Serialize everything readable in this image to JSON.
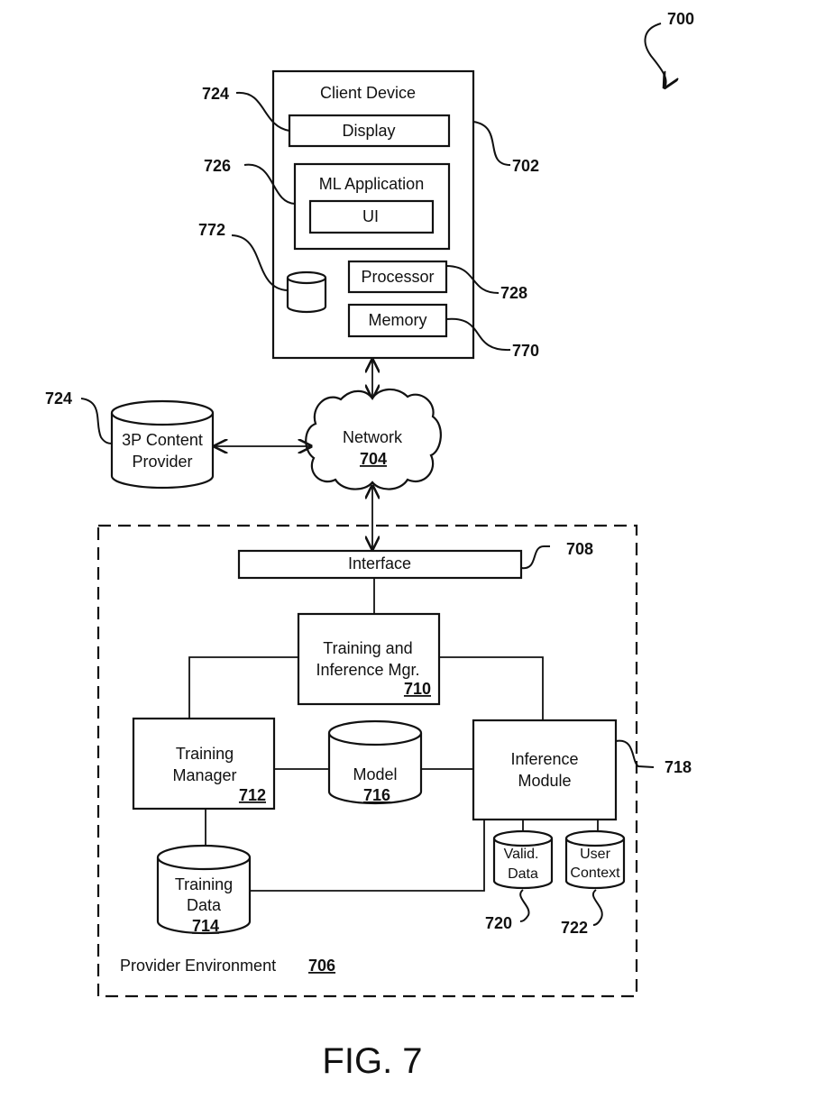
{
  "figure": {
    "label": "FIG. 7",
    "ref_number": "700"
  },
  "client_device": {
    "title": "Client Device",
    "ref": "702",
    "display": {
      "label": "Display",
      "ref": "724"
    },
    "ml_application": {
      "label": "ML Application",
      "ref": "726",
      "ui_label": "UI"
    },
    "storage": {
      "ref": "772"
    },
    "processor": {
      "label": "Processor",
      "ref": "728"
    },
    "memory": {
      "label": "Memory",
      "ref": "770"
    }
  },
  "network": {
    "label": "Network",
    "ref": "704"
  },
  "content_provider": {
    "label_line1": "3P Content",
    "label_line2": "Provider",
    "ref": "724"
  },
  "provider_environment": {
    "label": "Provider Environment",
    "ref": "706",
    "interface": {
      "label": "Interface",
      "ref": "708"
    },
    "training_inference_mgr": {
      "label_line1": "Training and",
      "label_line2": "Inference Mgr.",
      "ref": "710"
    },
    "training_manager": {
      "label_line1": "Training",
      "label_line2": "Manager",
      "ref": "712"
    },
    "model": {
      "label": "Model",
      "ref": "716"
    },
    "inference_module": {
      "label_line1": "Inference",
      "label_line2": "Module",
      "ref": "718"
    },
    "training_data": {
      "label_line1": "Training",
      "label_line2": "Data",
      "ref": "714"
    },
    "valid_data": {
      "label_line1": "Valid.",
      "label_line2": "Data",
      "ref": "720"
    },
    "user_context": {
      "label_line1": "User",
      "label_line2": "Context",
      "ref": "722"
    }
  }
}
